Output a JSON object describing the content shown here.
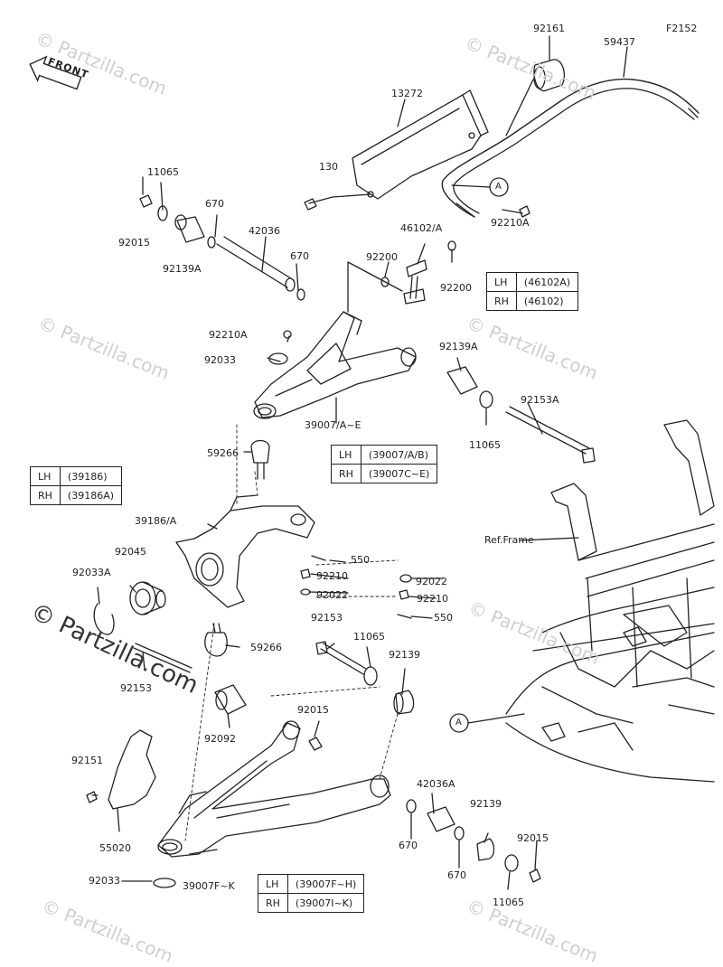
{
  "figure_code": "F2152",
  "front_label": "FRONT",
  "frame_ref": "Ref.Frame",
  "watermark": "© Partzilla.com",
  "callouts": {
    "a_upper": "A",
    "a_lower": "A"
  },
  "parts": {
    "p92161": "92161",
    "p59437": "59437",
    "p13272": "13272",
    "p130": "130",
    "p11065_top": "11065",
    "p92015_top": "92015",
    "p670_a": "670",
    "p42036": "42036",
    "p92139A_left": "92139A",
    "p670_b": "670",
    "p46102A": "46102/A",
    "p92200_a": "92200",
    "p92200_b": "92200",
    "p92210A_right": "92210A",
    "p92210A_left": "92210A",
    "p92033": "92033",
    "p92139A_right": "92139A",
    "p11065_mid": "11065",
    "p92153A": "92153A",
    "p39007AE": "39007/A~E",
    "p59266_top": "59266",
    "p39186A": "39186/A",
    "p92045": "92045",
    "p92033A": "92033A",
    "p550_a": "550",
    "p92210_a": "92210",
    "p92022_a": "92022",
    "p92022_b": "92022",
    "p92210_b": "92210",
    "p550_b": "550",
    "p92153": "92153",
    "p11065_low": "11065",
    "p92139_mid": "92139",
    "p92153_left": "92153",
    "p59266_low": "59266",
    "p92092": "92092",
    "p92015_mid": "92015",
    "p92151": "92151",
    "p55020": "55020",
    "p42036A": "42036A",
    "p670_c": "670",
    "p670_d": "670",
    "p92139_low": "92139",
    "p92015_low": "92015",
    "p92033_low": "92033",
    "p39007FK": "39007F~K",
    "p11065_bot": "11065"
  },
  "tables": {
    "t46102": [
      [
        "LH",
        "(46102A)"
      ],
      [
        "RH",
        "(46102)"
      ]
    ],
    "t39007AE": [
      [
        "LH",
        "(39007/A/B)"
      ],
      [
        "RH",
        "(39007C~E)"
      ]
    ],
    "t39186": [
      [
        "LH",
        "(39186)"
      ],
      [
        "RH",
        "(39186A)"
      ]
    ],
    "t39007FK": [
      [
        "LH",
        "(39007F~H)"
      ],
      [
        "RH",
        "(39007I~K)"
      ]
    ]
  }
}
